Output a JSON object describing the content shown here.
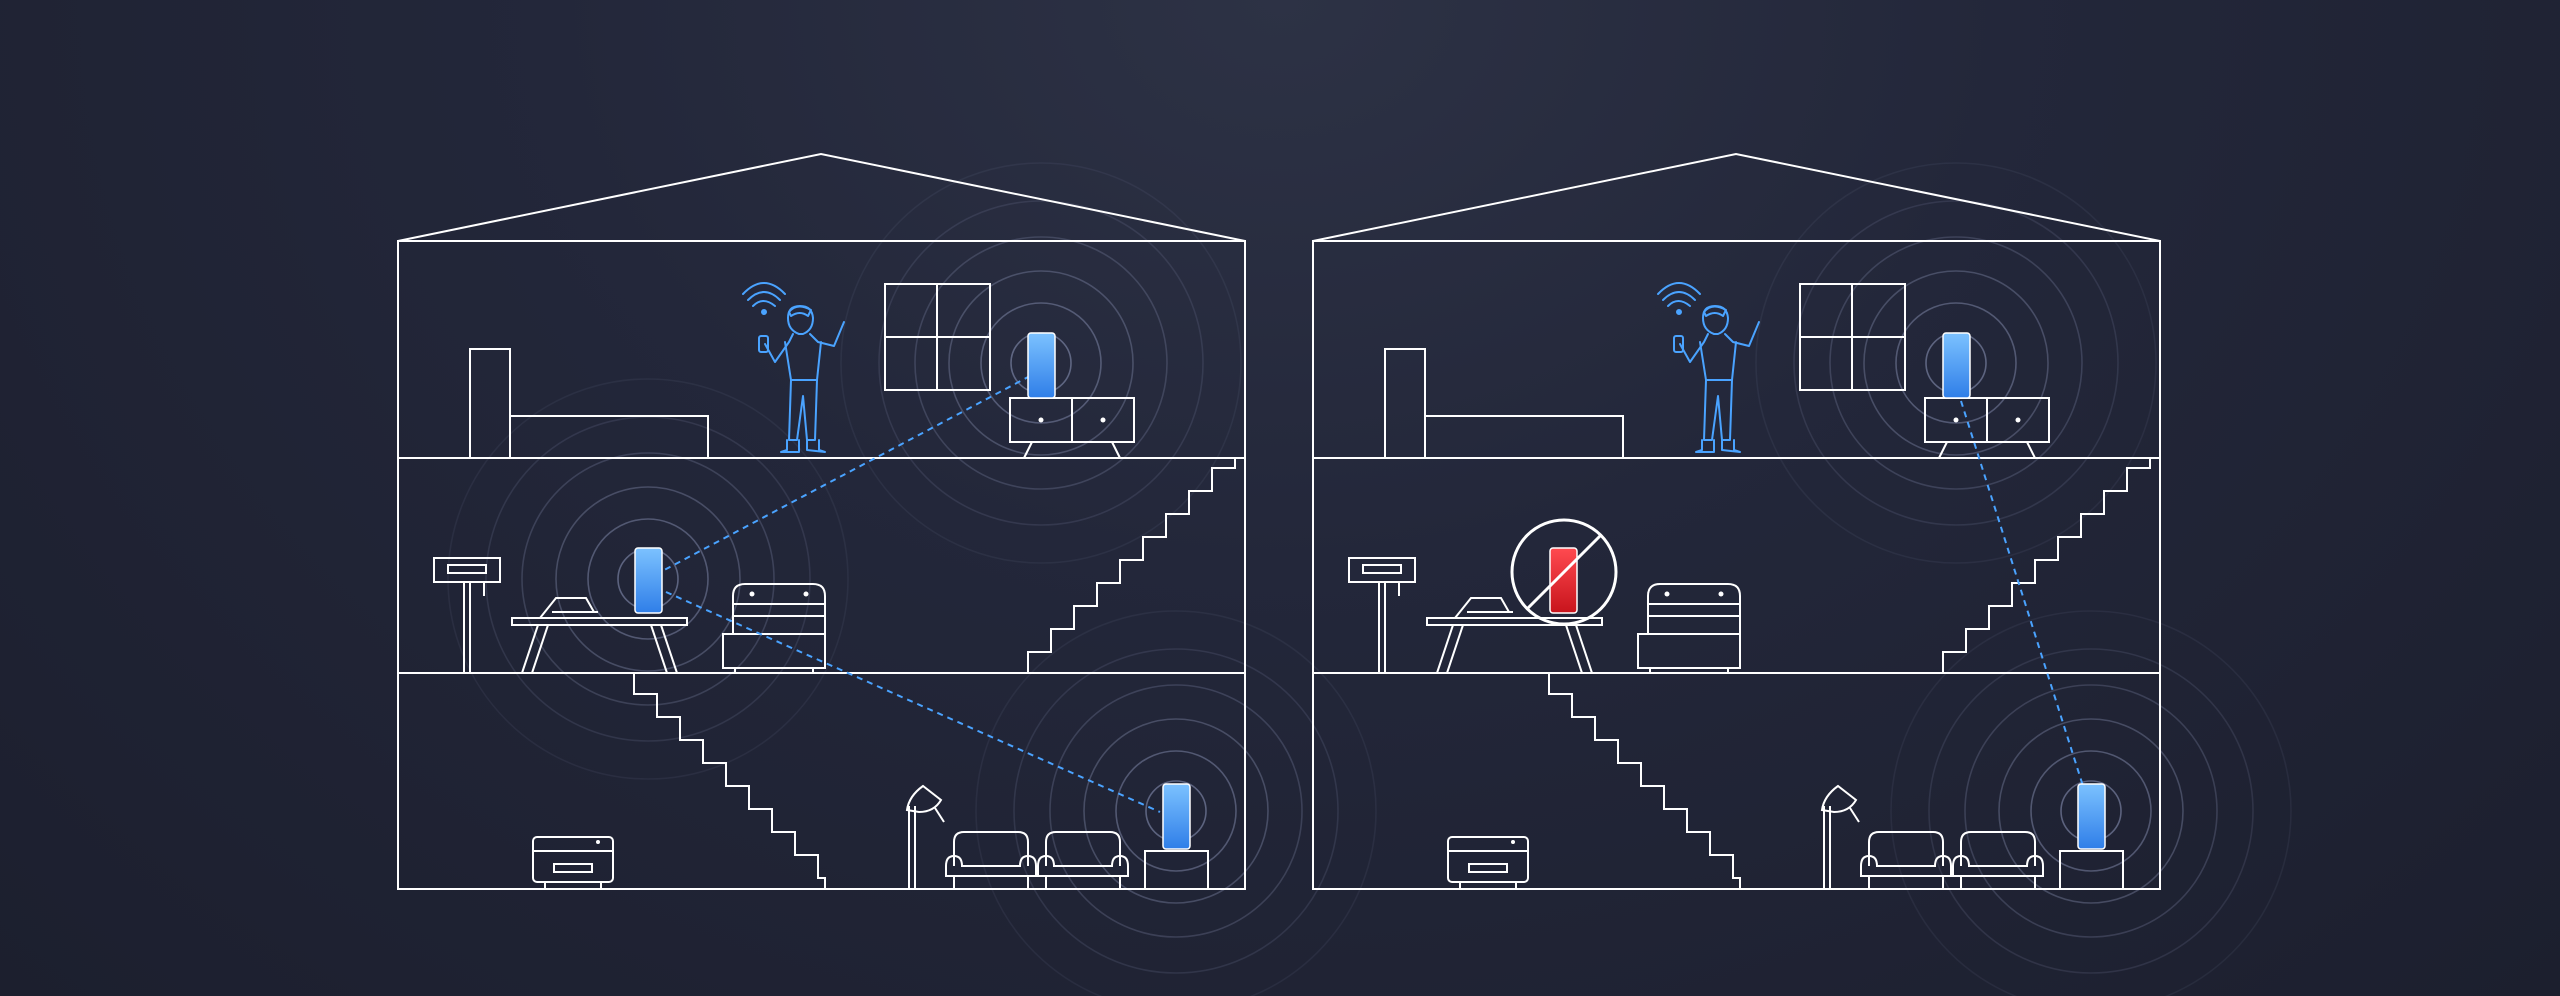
{
  "colors": {
    "background_top": "#2d3245",
    "background_bottom": "#1c1f2e",
    "line": "#ffffff",
    "accent_blue": "#4aa3ff",
    "node_blue": "#3a8ef5",
    "node_red": "#e8262e",
    "ripple": "#8e97bb"
  },
  "houses": [
    {
      "name": "mesh-working",
      "top_node_state": "active",
      "middle_node_state": "active",
      "bottom_node_state": "active",
      "links": [
        "top-middle",
        "middle-bottom"
      ]
    },
    {
      "name": "mesh-node-removed",
      "top_node_state": "active",
      "middle_node_state": "removed",
      "bottom_node_state": "active",
      "links": [
        "top-bottom"
      ]
    }
  ],
  "icons": {
    "wifi": "wifi-icon",
    "prohibited": "prohibited-icon",
    "person": "person-with-phone-icon"
  }
}
